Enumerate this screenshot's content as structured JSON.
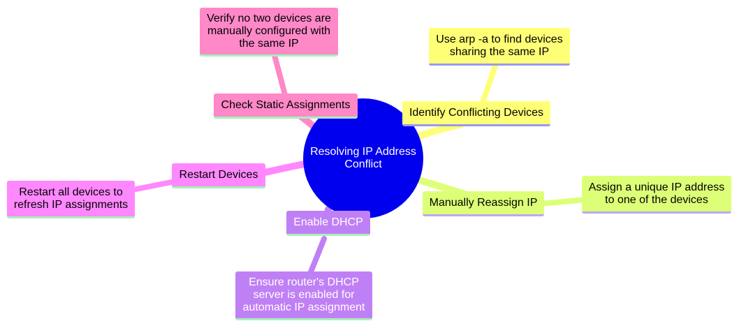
{
  "root": {
    "label": "Resolving IP Address Conflict",
    "color": "#0000ee"
  },
  "branches": [
    {
      "label": "Identify Conflicting Devices",
      "color": "#ffff77",
      "underline": "#9999ee",
      "child": {
        "label": "Use arp -a to find devices sharing the same IP"
      }
    },
    {
      "label": "Manually Reassign IP",
      "color": "#ddff77",
      "underline": "#bbaaee",
      "child": {
        "label": "Assign a unique IP address to one of the devices"
      }
    },
    {
      "label": "Enable DHCP",
      "color": "#c080f5",
      "text_color": "#ffffff",
      "underline": "#aaeebb",
      "child": {
        "label": "Ensure router's DHCP server is enabled for automatic IP assignment"
      }
    },
    {
      "label": "Restart Devices",
      "color": "#ff88ff",
      "underline": "#aaeebb",
      "child": {
        "label": "Restart all devices to refresh IP assignments"
      }
    },
    {
      "label": "Check Static Assignments",
      "color": "#ff88c8",
      "underline": "#aaeebb",
      "child": {
        "label": "Verify no two devices are manually configured with the same IP"
      }
    }
  ]
}
